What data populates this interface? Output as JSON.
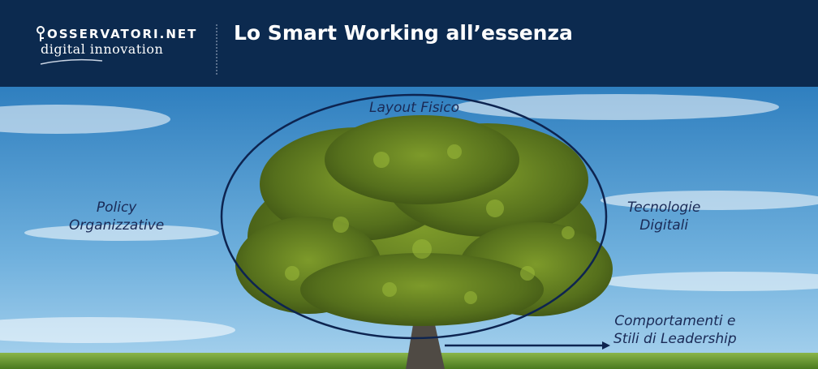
{
  "header": {
    "logo_top": "OSSERVATORI.NET",
    "logo_bottom": "digital innovation",
    "title": "Lo Smart Working all’essenza"
  },
  "labels": {
    "top": "Layout Fisico",
    "left_line1": "Policy",
    "left_line2": "Organizzative",
    "right_line1": "Tecnologie",
    "right_line2": "Digitali",
    "bottom_line1": "Comportamenti e",
    "bottom_line2": "Stili di Leadership"
  },
  "colors": {
    "header_bg": "#0c2a4f",
    "sky_top": "#2f7fbf",
    "sky_bottom": "#8fc3e6",
    "label_text": "#1a2a56",
    "ellipse_stroke": "#0d2450",
    "grass": "#5a8a2a"
  },
  "icons": [
    "key-icon",
    "arrow-icon"
  ]
}
